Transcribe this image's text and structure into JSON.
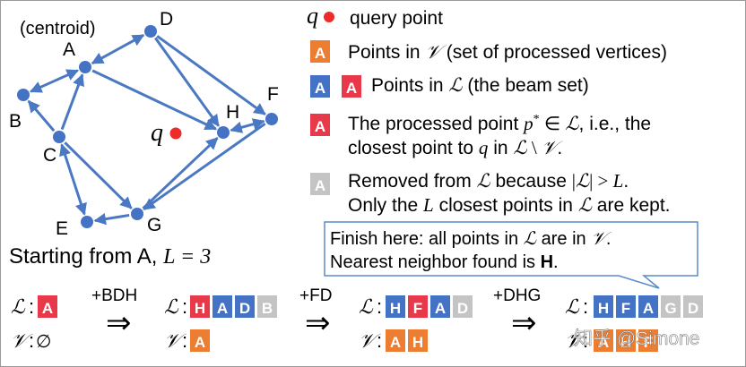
{
  "graph": {
    "centroid_label": "(centroid)",
    "query_label": "q",
    "nodes": [
      {
        "id": "A",
        "label": "A"
      },
      {
        "id": "B",
        "label": "B"
      },
      {
        "id": "C",
        "label": "C"
      },
      {
        "id": "D",
        "label": "D"
      },
      {
        "id": "E",
        "label": "E"
      },
      {
        "id": "F",
        "label": "F"
      },
      {
        "id": "G",
        "label": "G"
      },
      {
        "id": "H",
        "label": "H"
      }
    ],
    "edges": [
      {
        "from": "A",
        "to": "D",
        "dir": "both"
      },
      {
        "from": "A",
        "to": "B",
        "dir": "both"
      },
      {
        "from": "A",
        "to": "H",
        "dir": "forward"
      },
      {
        "from": "D",
        "to": "F",
        "dir": "forward"
      },
      {
        "from": "D",
        "to": "H",
        "dir": "forward"
      },
      {
        "from": "C",
        "to": "A",
        "dir": "forward"
      },
      {
        "from": "C",
        "to": "B",
        "dir": "forward"
      },
      {
        "from": "C",
        "to": "E",
        "dir": "both"
      },
      {
        "from": "C",
        "to": "G",
        "dir": "forward"
      },
      {
        "from": "G",
        "to": "E",
        "dir": "forward"
      },
      {
        "from": "G",
        "to": "H",
        "dir": "forward"
      },
      {
        "from": "F",
        "to": "G",
        "dir": "forward"
      },
      {
        "from": "H",
        "to": "F",
        "dir": "both"
      }
    ],
    "starting_text": "Starting from A, ",
    "starting_math": "L = 3"
  },
  "legend": {
    "query": "query point",
    "visited_prefix": "Points in ",
    "visited_suffix": " (set of processed vertices)",
    "beam_prefix": "Points in ",
    "beam_suffix": " (the beam set)",
    "processed_line1_prefix": "The processed point ",
    "processed_line1_suffix": ", i.e., the",
    "processed_line2_prefix": "closest point to ",
    "processed_line2_mid": " in ",
    "processed_line2_suffix": ".",
    "removed_line1_prefix": "Removed from ",
    "removed_line1_mid": " because ",
    "removed_line1_suffix": ".",
    "removed_line2_prefix": "Only the ",
    "removed_line2_mid": " closest points in ",
    "removed_line2_suffix": " are kept.",
    "box_letter": "A"
  },
  "callout": {
    "line1_prefix": "Finish here: all points in ",
    "line1_mid": " are in ",
    "line1_suffix": ".",
    "line2_prefix": "Nearest neighbor found is ",
    "line2_bold": "H",
    "line2_suffix": "."
  },
  "steps": {
    "op1": "+BDH",
    "op2": "+FD",
    "op3": "+DHG",
    "implies": "⇒",
    "empty_set": "∅",
    "L_sym": "ℒ",
    "V_sym": "𝒱",
    "colon": ":",
    "s0": {
      "L": [
        {
          "t": "A",
          "k": "red"
        }
      ],
      "V": []
    },
    "s1": {
      "L": [
        {
          "t": "H",
          "k": "red"
        },
        {
          "t": "A",
          "k": "blue"
        },
        {
          "t": "D",
          "k": "blue"
        },
        {
          "t": "B",
          "k": "gray"
        }
      ],
      "V": [
        {
          "t": "A",
          "k": "orange"
        }
      ]
    },
    "s2": {
      "L": [
        {
          "t": "H",
          "k": "blue"
        },
        {
          "t": "F",
          "k": "red"
        },
        {
          "t": "A",
          "k": "blue"
        },
        {
          "t": "D",
          "k": "gray"
        }
      ],
      "V": [
        {
          "t": "A",
          "k": "orange"
        },
        {
          "t": "H",
          "k": "orange"
        }
      ]
    },
    "s3": {
      "L": [
        {
          "t": "H",
          "k": "blue"
        },
        {
          "t": "F",
          "k": "blue"
        },
        {
          "t": "A",
          "k": "blue"
        },
        {
          "t": "G",
          "k": "gray"
        },
        {
          "t": "D",
          "k": "gray"
        }
      ],
      "V": [
        {
          "t": "A",
          "k": "orange"
        },
        {
          "t": "H",
          "k": "orange"
        },
        {
          "t": "F",
          "k": "orange"
        }
      ]
    }
  },
  "watermark": "知乎 @Simone",
  "colors": {
    "node": "#4472c4",
    "edge": "#4a78c2",
    "red": "#e8394a",
    "blue": "#4472c4",
    "orange": "#ed7d31",
    "gray": "#c4c4c4",
    "query": "#ee2b2b"
  }
}
